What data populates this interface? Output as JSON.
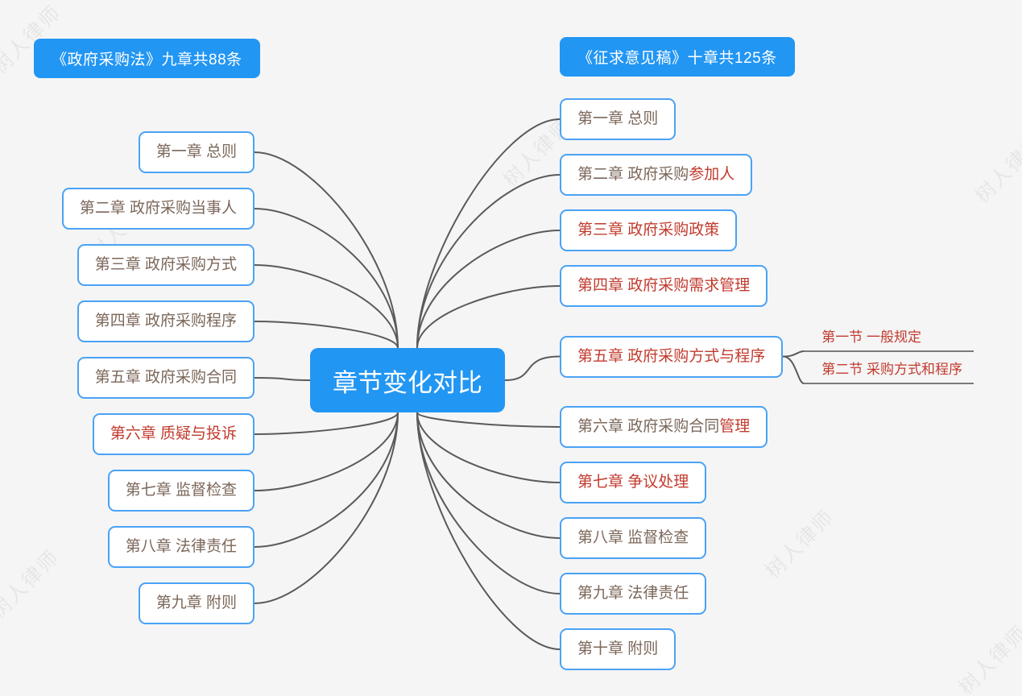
{
  "title": "章节变化对比",
  "watermark": "树人律师",
  "colors": {
    "accent_blue": "#2296f3",
    "node_border_blue": "#4aa2f5",
    "text_brown": "#7b675a",
    "highlight_red": "#c23b2e",
    "wire_gray": "#5a5a5a",
    "subline_gray": "#7a7a7a",
    "background": "#f5f5f6"
  },
  "left_tree": {
    "header": "《政府采购法》九章共88条",
    "nodes": [
      {
        "parts": [
          {
            "text": "第一章 总则",
            "red": false
          }
        ]
      },
      {
        "parts": [
          {
            "text": "第二章 政府采购当事人",
            "red": false
          }
        ]
      },
      {
        "parts": [
          {
            "text": "第三章 政府采购方式",
            "red": false
          }
        ]
      },
      {
        "parts": [
          {
            "text": "第四章 政府采购程序",
            "red": false
          }
        ]
      },
      {
        "parts": [
          {
            "text": "第五章 政府采购合同",
            "red": false
          }
        ]
      },
      {
        "parts": [
          {
            "text": "第六章 质疑与投诉",
            "red": true
          }
        ]
      },
      {
        "parts": [
          {
            "text": "第七章 监督检查",
            "red": false
          }
        ]
      },
      {
        "parts": [
          {
            "text": "第八章 法律责任",
            "red": false
          }
        ]
      },
      {
        "parts": [
          {
            "text": "第九章 附则",
            "red": false
          }
        ]
      }
    ]
  },
  "right_tree": {
    "header": "《征求意见稿》十章共125条",
    "nodes": [
      {
        "parts": [
          {
            "text": "第一章 总则",
            "red": false
          }
        ]
      },
      {
        "parts": [
          {
            "text": "第二章 政府采购",
            "red": false
          },
          {
            "text": "参加人",
            "red": true
          }
        ]
      },
      {
        "parts": [
          {
            "text": "第三章 政府采购政策",
            "red": true
          }
        ]
      },
      {
        "parts": [
          {
            "text": "第四章 政府采购需求管理",
            "red": true
          }
        ]
      },
      {
        "parts": [
          {
            "text": "第五章 政府采购方式与程序",
            "red": true
          }
        ],
        "children": [
          "第一节 一般规定",
          "第二节 采购方式和程序"
        ]
      },
      {
        "parts": [
          {
            "text": "第六章 政府采购合同",
            "red": false
          },
          {
            "text": "管理",
            "red": true
          }
        ]
      },
      {
        "parts": [
          {
            "text": "第七章 争议处理",
            "red": true
          }
        ]
      },
      {
        "parts": [
          {
            "text": "第八章 监督检查",
            "red": false
          }
        ]
      },
      {
        "parts": [
          {
            "text": "第九章 法律责任",
            "red": false
          }
        ]
      },
      {
        "parts": [
          {
            "text": "第十章 附则",
            "red": false
          }
        ]
      }
    ]
  }
}
